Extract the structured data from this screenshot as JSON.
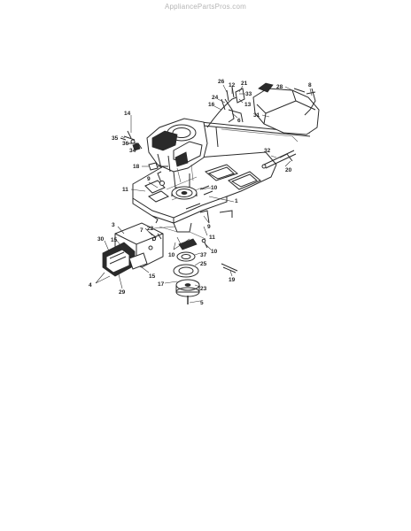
{
  "watermark": "AppliancePartsPros.com",
  "callouts": [
    {
      "id": "26",
      "label": "26"
    },
    {
      "id": "12",
      "label": "12"
    },
    {
      "id": "21",
      "label": "21"
    },
    {
      "id": "24",
      "label": "24"
    },
    {
      "id": "16",
      "label": "16"
    },
    {
      "id": "13",
      "label": "13"
    },
    {
      "id": "33a",
      "label": "33"
    },
    {
      "id": "6",
      "label": "6"
    },
    {
      "id": "28",
      "label": "28"
    },
    {
      "id": "8",
      "label": "8"
    },
    {
      "id": "31",
      "label": "31"
    },
    {
      "id": "14",
      "label": "14"
    },
    {
      "id": "35",
      "label": "35"
    },
    {
      "id": "36",
      "label": "36"
    },
    {
      "id": "34",
      "label": "34"
    },
    {
      "id": "32",
      "label": "32"
    },
    {
      "id": "20",
      "label": "20"
    },
    {
      "id": "18",
      "label": "18"
    },
    {
      "id": "9a",
      "label": "9"
    },
    {
      "id": "11a",
      "label": "11"
    },
    {
      "id": "10a",
      "label": "10"
    },
    {
      "id": "1",
      "label": "1"
    },
    {
      "id": "9b",
      "label": "9"
    },
    {
      "id": "11b",
      "label": "11"
    },
    {
      "id": "3",
      "label": "3"
    },
    {
      "id": "7",
      "label": "7"
    },
    {
      "id": "22",
      "label": "22"
    },
    {
      "id": "30",
      "label": "30"
    },
    {
      "id": "15a",
      "label": "15"
    },
    {
      "id": "10b",
      "label": "10"
    },
    {
      "id": "37",
      "label": "37"
    },
    {
      "id": "10c",
      "label": "10"
    },
    {
      "id": "25",
      "label": "25"
    },
    {
      "id": "4",
      "label": "4"
    },
    {
      "id": "15b",
      "label": "15"
    },
    {
      "id": "19",
      "label": "19"
    },
    {
      "id": "29",
      "label": "29"
    },
    {
      "id": "17",
      "label": "17"
    },
    {
      "id": "23",
      "label": "23"
    },
    {
      "id": "5",
      "label": "5"
    }
  ]
}
